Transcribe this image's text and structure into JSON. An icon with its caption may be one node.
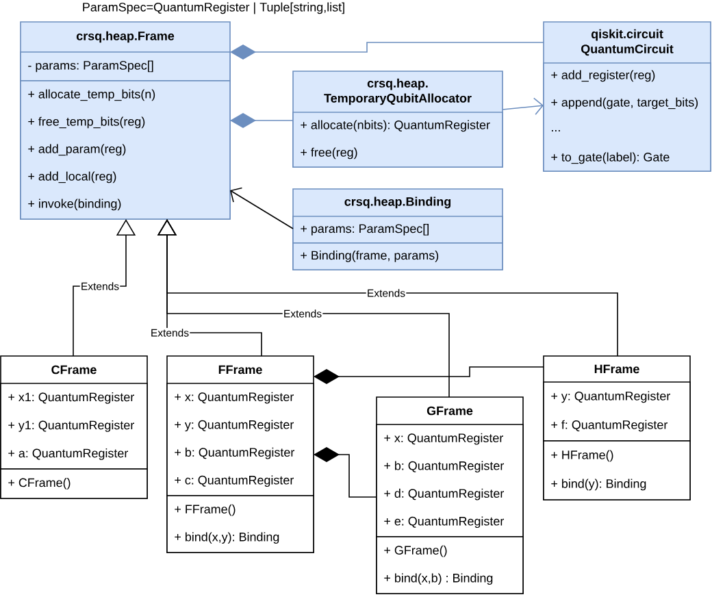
{
  "diagram": {
    "nodes": [
      {
        "text": [
          "crsq.heap.Frame"
        ]
      },
      {
        "text": [
          "- params: ParamSpec[]"
        ],
        "in": 0
      },
      {
        "text": [
          "+ allocate_temp_bits(n)",
          "+ free_temp_bits(reg)",
          "+ add_param(reg)",
          "+ add_local(reg)",
          "+ invoke(binding)"
        ],
        "in": 0
      },
      {
        "text": [
          "qiskit.circuit QuantumCircuit"
        ]
      },
      {
        "text": [
          "+ add_register(reg)",
          "+ append(gate, target_bits)",
          "...",
          "+ to_gate(label): Gate"
        ],
        "in": 3
      },
      {
        "text": [
          "crsq.heap. TemporaryQubitAllocator"
        ]
      },
      {
        "text": [
          "+ allocate(nbits): QuantumRegister",
          "+ free(reg)"
        ],
        "in": 5
      },
      {
        "text": [
          "crsq.heap.Binding"
        ]
      },
      {
        "text": [
          "+ params: ParamSpec[]"
        ],
        "in": 7
      },
      {
        "text": [
          "+ Binding(frame, params)"
        ],
        "in": 7
      },
      {
        "text": [
          "CFrame"
        ]
      },
      {
        "text": [
          "+ x1: QuantumRegister",
          "+ y1: QuantumRegister",
          "+ a: QuantumRegister"
        ],
        "in": 10
      },
      {
        "text": [
          "+ CFrame()"
        ],
        "in": 10
      },
      {
        "text": [
          "FFrame"
        ]
      },
      {
        "text": [
          "+ x: QuantumRegister",
          "+ y: QuantumRegister",
          "+ b: QuantumRegister",
          "+ c: QuantumRegister"
        ],
        "in": 13
      },
      {
        "text": [
          "+ FFrame()",
          "+ bind(x,y): Binding"
        ],
        "in": 13
      },
      {
        "text": [
          "HFrame"
        ]
      },
      {
        "text": [
          "+ y: QuantumRegister",
          "+ f: QuantumRegister"
        ],
        "in": 16
      },
      {
        "text": [
          "+ HFrame()",
          "+ bind(y): Binding"
        ],
        "in": 16
      },
      {
        "text": [
          "GFrame"
        ]
      },
      {
        "text": [
          "+ x: QuantumRegister",
          "+ b: QuantumRegister",
          "+ d: QuantumRegister",
          "+ e: QuantumRegister"
        ],
        "in": 19
      },
      {
        "text": [
          "+ GFrame()",
          "+ bind(x,b) : Binding"
        ],
        "in": 19
      }
    ],
    "edges": [
      {
        "from": 0,
        "to": 3,
        "arrow": "other",
        "color": "#6c8ebf"
      },
      {
        "from": 0,
        "to": 5,
        "arrow": "other",
        "color": "#6c8ebf"
      },
      {
        "from": 5,
        "to": 3,
        "arrow": "to",
        "color": "#6c8ebf"
      },
      {
        "from": 7,
        "to": 0,
        "arrow": "to"
      },
      {
        "from": 10,
        "to": 0,
        "arrow": "to",
        "label": "Extends"
      },
      {
        "from": 13,
        "to": 0,
        "arrow": "to",
        "label": "Extends"
      },
      {
        "from": 19,
        "to": 0,
        "arrow": "to",
        "label": "Extends"
      },
      {
        "from": 16,
        "to": 0,
        "arrow": "to",
        "label": "Extends"
      },
      {
        "from": 13,
        "to": 16,
        "arrow": "other"
      },
      {
        "from": 13,
        "to": 19,
        "arrow": "other"
      }
    ],
    "labels": [
      "ParamSpec=QuantumRegister | Tuple[string,list]"
    ]
  }
}
